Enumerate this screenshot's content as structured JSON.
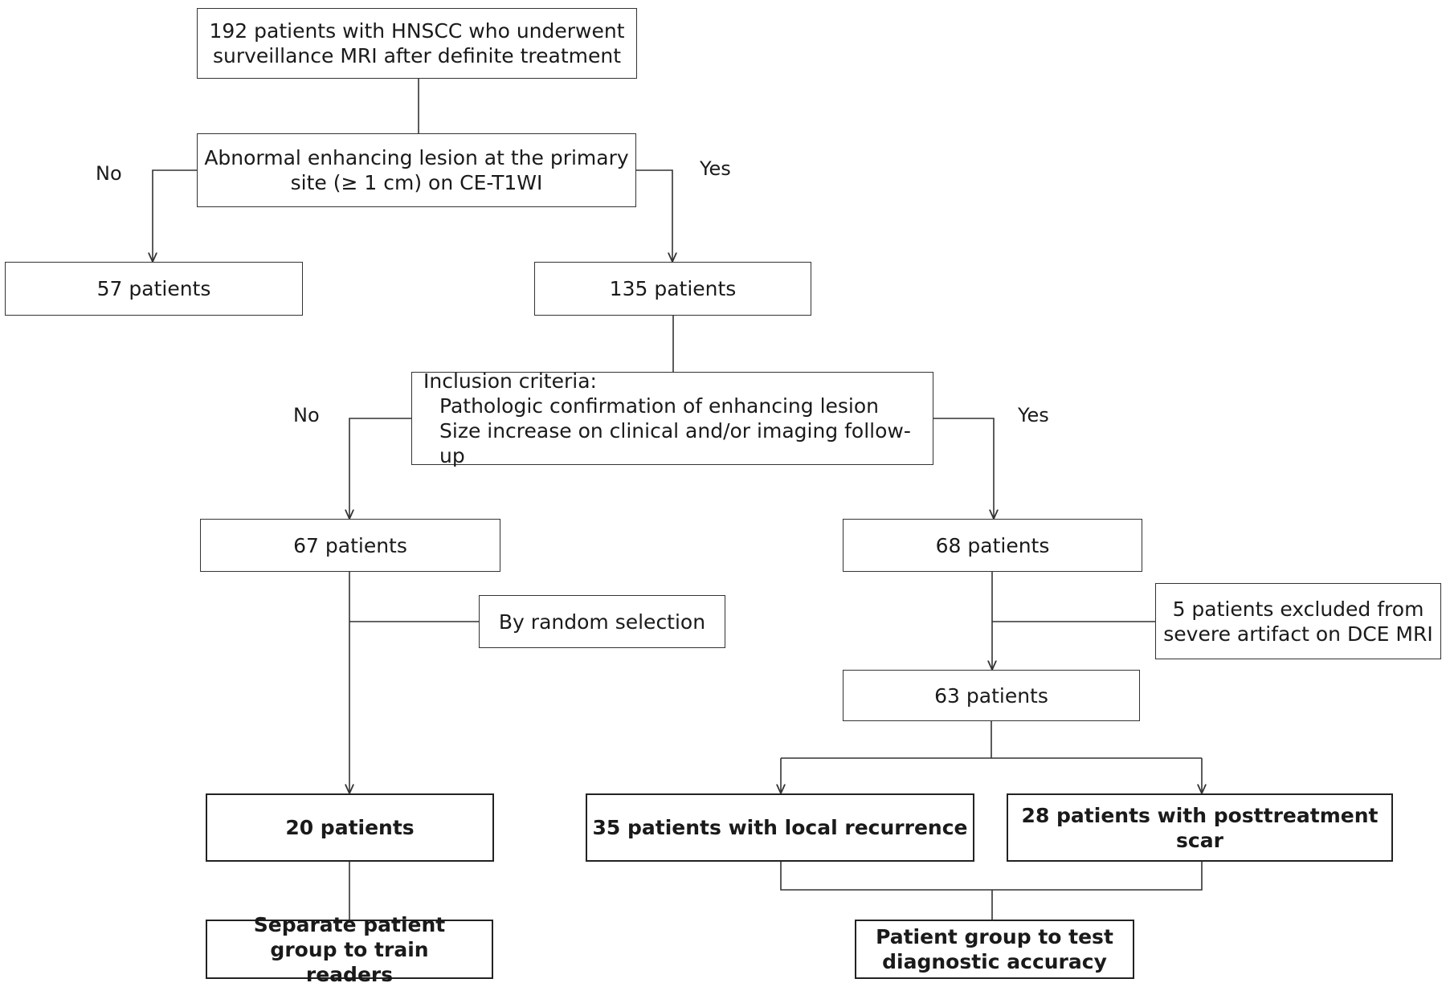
{
  "boxes": {
    "start": "192 patients with HNSCC who underwent surveillance MRI after definite treatment",
    "abnormal": "Abnormal enhancing lesion at the primary site (≥ 1 cm) on CE-T1WI",
    "p57": "57 patients",
    "p135": "135 patients",
    "inclusion_title": "Inclusion criteria:",
    "inclusion_items": [
      "Pathologic confirmation of enhancing lesion",
      "Size increase on clinical and/or imaging follow-up"
    ],
    "p67": "67 patients",
    "p68": "68 patients",
    "random": "By random selection",
    "excluded": "5 patients excluded from severe artifact on DCE MRI",
    "p63": "63 patients",
    "p20": "20 patients",
    "recurrence": "35 patients with local recurrence",
    "scar": "28 patients with posttreatment scar",
    "train": "Separate patient group to train readers",
    "test": "Patient group to test diagnostic accuracy"
  },
  "labels": {
    "no1": "No",
    "yes1": "Yes",
    "no2": "No",
    "yes2": "Yes"
  }
}
